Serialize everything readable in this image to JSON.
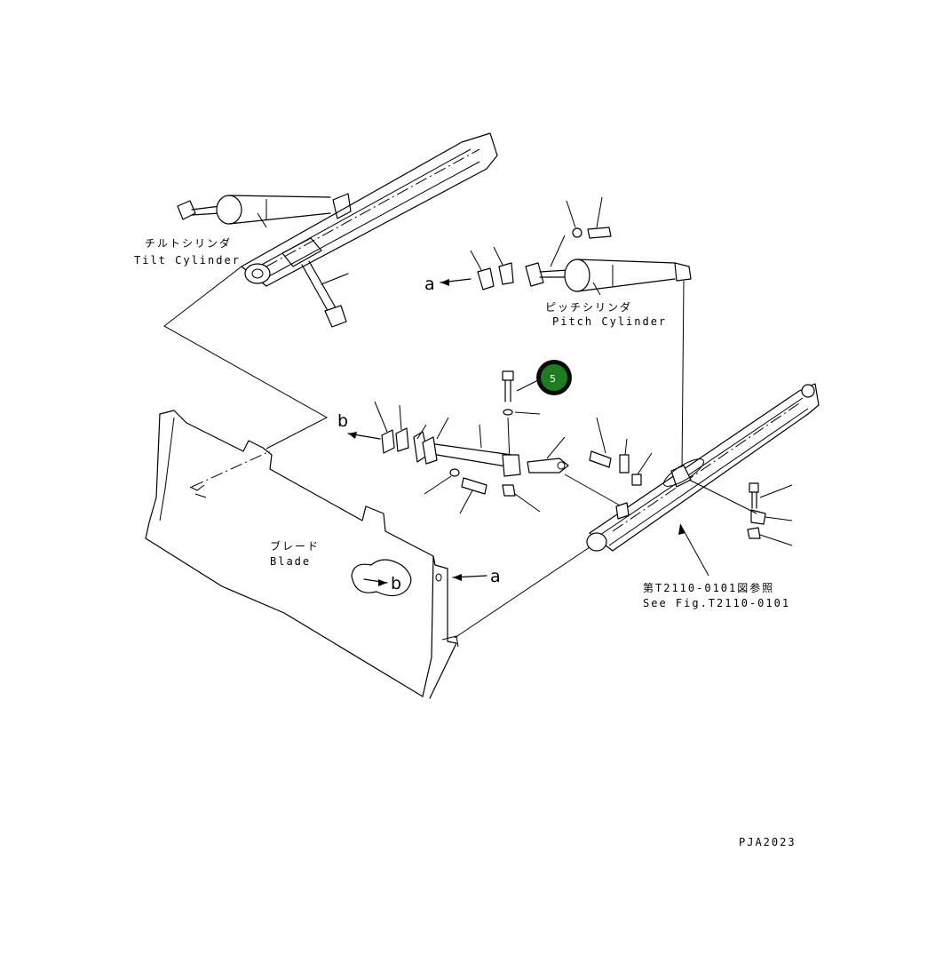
{
  "labels": {
    "tilt_cylinder_jp": "チルトシリンダ",
    "tilt_cylinder_en": "Tilt Cylinder",
    "pitch_cylinder_jp": "ピッチシリンダ",
    "pitch_cylinder_en": "Pitch Cylinder",
    "blade_jp": "ブレード",
    "blade_en": "Blade",
    "see_fig_jp": "第T2110-0101図参照",
    "see_fig_en": "See Fig.T2110-0101",
    "drawing_code": "PJA2023"
  },
  "reference_letters": {
    "a_top": "a",
    "a_blade": "a",
    "b_left": "b",
    "b_blade": "b"
  },
  "callout": {
    "number": "5",
    "color": "#1e7d1e",
    "ring_color": "#0a0a0a"
  }
}
